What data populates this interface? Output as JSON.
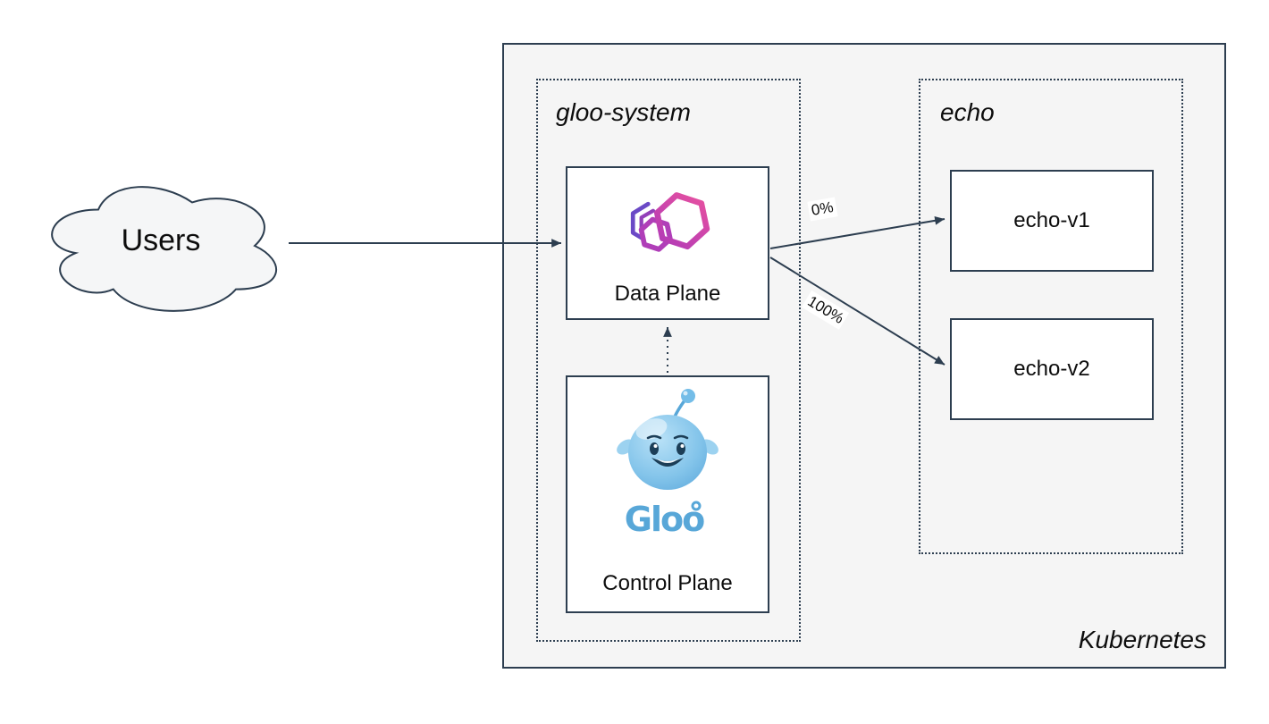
{
  "diagram": {
    "cloud": {
      "label": "Users"
    },
    "cluster": {
      "label": "Kubernetes"
    },
    "namespaces": {
      "gloo_system": {
        "label": "gloo-system"
      },
      "echo": {
        "label": "echo"
      }
    },
    "nodes": {
      "data_plane": {
        "label": "Data Plane"
      },
      "control_plane": {
        "label": "Control Plane",
        "wordmark": "Gloo"
      },
      "echo_v1": {
        "label": "echo-v1"
      },
      "echo_v2": {
        "label": "echo-v2"
      }
    },
    "edges": {
      "data_plane_to_echo_v1": {
        "label": "0%"
      },
      "data_plane_to_echo_v2": {
        "label": "100%"
      }
    },
    "colors": {
      "stroke": "#2d3e50",
      "cluster_fill": "#f5f5f5",
      "node_fill": "#ffffff",
      "logo_magenta": "#d6429f",
      "logo_purple": "#6b49c6",
      "mascot_blue": "#74bde8",
      "wordmark_blue": "#58a7d8"
    }
  }
}
